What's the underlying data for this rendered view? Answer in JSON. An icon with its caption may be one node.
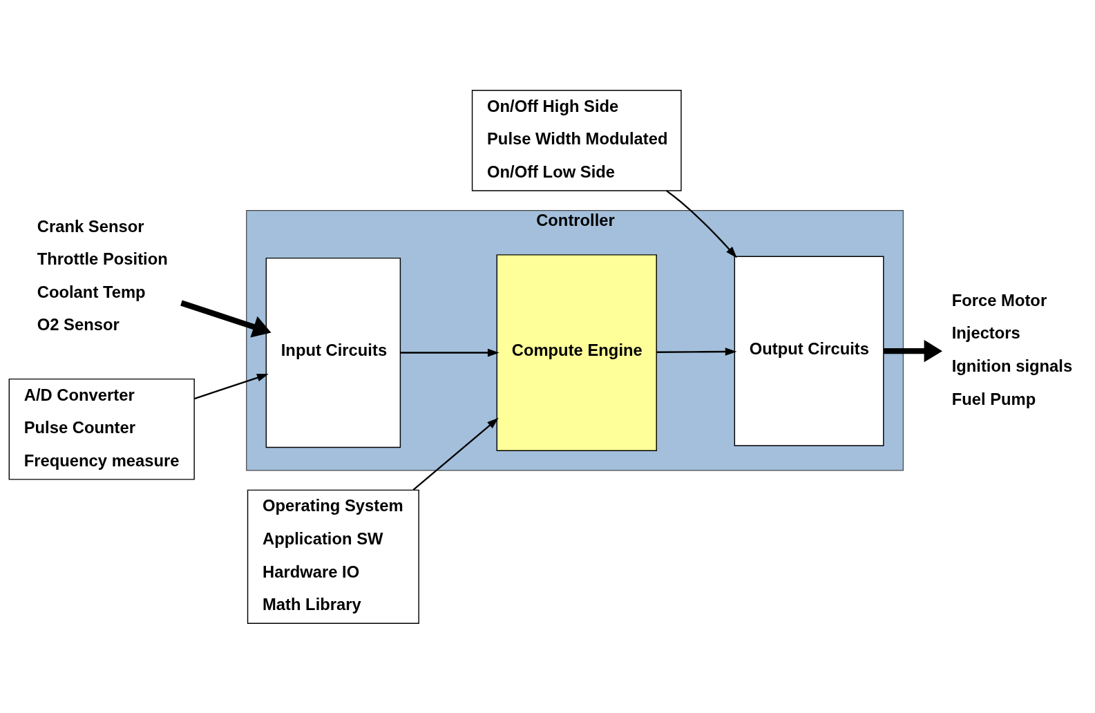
{
  "diagram": {
    "nodes": [
      {
        "text": [
          "Controller"
        ]
      },
      {
        "text": [
          "Input Circuits"
        ],
        "in": 0
      },
      {
        "text": [
          "Compute Engine"
        ],
        "in": 0
      },
      {
        "text": [
          "Output Circuits"
        ],
        "in": 0
      },
      {
        "text": [
          "Crank Sensor",
          "Throttle Position",
          "Coolant Temp",
          "O2 Sensor"
        ]
      },
      {
        "text": [
          "Force Motor",
          "Injectors",
          "Ignition signals",
          "Fuel Pump"
        ]
      },
      {
        "text": [
          "A/D Converter",
          "Pulse Counter",
          "Frequency measure"
        ]
      },
      {
        "text": [
          "Operating System",
          "Application SW",
          "Hardware IO",
          "Math Library"
        ]
      },
      {
        "text": [
          "On/Off High Side",
          "Pulse Width Modulated",
          "On/Off Low Side"
        ]
      }
    ],
    "edges": [
      {
        "from": 4,
        "to": 1,
        "arrow": "to",
        "style": "thick"
      },
      {
        "from": 1,
        "to": 2,
        "arrow": "to"
      },
      {
        "from": 2,
        "to": 3,
        "arrow": "to"
      },
      {
        "from": 3,
        "to": 5,
        "arrow": "to",
        "style": "thick"
      },
      {
        "from": 6,
        "to": 1,
        "arrow": "to"
      },
      {
        "from": 7,
        "to": 2,
        "arrow": "to"
      },
      {
        "from": 8,
        "to": 3,
        "arrow": "to"
      }
    ]
  }
}
